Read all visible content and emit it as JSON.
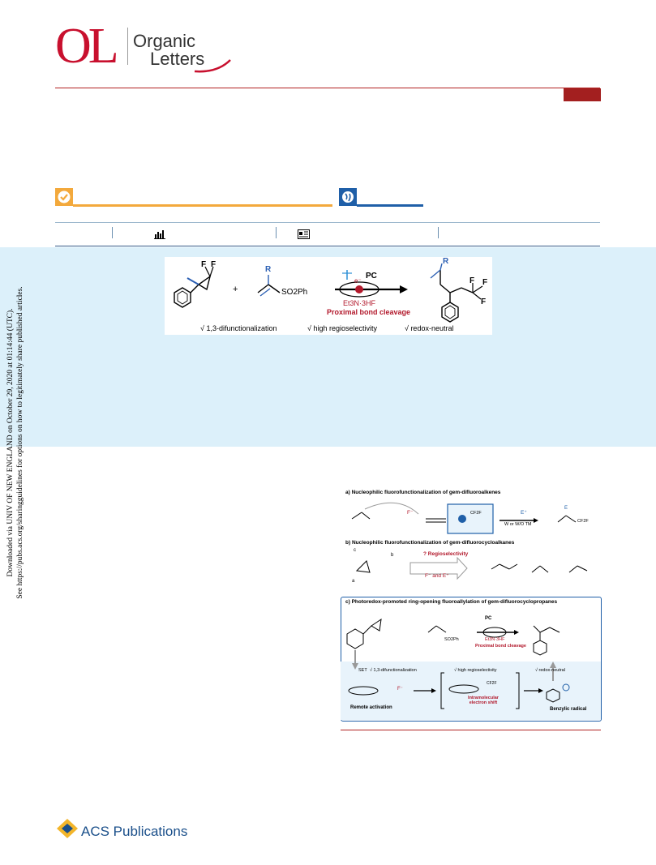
{
  "journal": {
    "logo_mark": "OL",
    "name_line1": "Organic",
    "name_line2": "Letters"
  },
  "access": {
    "accent_orange": "#f3a93c",
    "accent_blue": "#1f5fa8"
  },
  "side_notice": {
    "line1": "Downloaded via UNIV OF NEW ENGLAND on October 29, 2020 at 01:14:44 (UTC).",
    "line2": "See https://pubs.acs.org/sharingguidelines for options on how to legitimately share published articles."
  },
  "toc": {
    "fluorines": [
      "F",
      "F"
    ],
    "plus": "+",
    "r_label": "R",
    "so2ph": "SO2Ph",
    "pc": "PC",
    "electron": "e⁻",
    "reagent": "Et3N·3HF",
    "key_step": "Proximal bond cleavage",
    "product_f": [
      "F",
      "F",
      "F"
    ],
    "highlights": [
      "√ 1,3-difunctionalization",
      "√ high regioselectivity",
      "√ redox-neutral"
    ],
    "colors": {
      "blue": "#2b5fb3",
      "red": "#b2182b"
    }
  },
  "figure1": {
    "panel_a": {
      "title": "a) Nucleophilic fluorofunctionalization of gem-difluoroalkenes",
      "fluoride": "F⁻",
      "electrophile": "E⁺",
      "condition": "W or W/O TM",
      "anion_group": "CF2F",
      "product_label": "E",
      "product_group": "CF2F"
    },
    "panel_b": {
      "title": "b) Nucleophilic fluorofunctionalization of gem-difluorocycloalkanes",
      "question": "? Regioselectivity",
      "reagents": "F⁻ and E⁺",
      "bond_labels": [
        "a",
        "b",
        "c"
      ]
    },
    "panel_c": {
      "title": "c) Photoredox-promoted ring-opening fluoroallylation of gem-difluorocyclopropanes",
      "set_label": "SET",
      "highlights": [
        "√ 1,3-difunctionalization",
        "√ high regioselectivity",
        "√ redox-neutral"
      ],
      "pc": "PC",
      "reagent": "Et3N·3HF",
      "key_step": "Proximal bond cleavage",
      "so2ph": "SO2Ph",
      "remote": "Remote activation",
      "intramolecular": "Intramolecular electron shift",
      "benzylic": "Benzylic radical",
      "fluoride": "F⁻",
      "cf2f": "CF2F"
    }
  },
  "publisher": {
    "name": "ACS Publications"
  }
}
